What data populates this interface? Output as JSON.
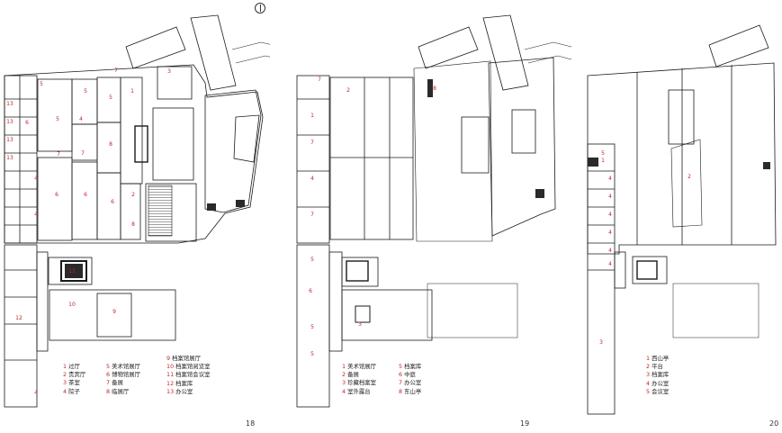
{
  "plans": [
    {
      "id": "plan-18",
      "page_number": "18",
      "legend": [
        {
          "num": "1",
          "label": "过厅"
        },
        {
          "num": "2",
          "label": "贵宾厅"
        },
        {
          "num": "3",
          "label": "茶室"
        },
        {
          "num": "4",
          "label": "院子"
        },
        {
          "num": "5",
          "label": "美术馆展厅"
        },
        {
          "num": "6",
          "label": "博物馆展厅"
        },
        {
          "num": "7",
          "label": "备展"
        },
        {
          "num": "8",
          "label": "临展厅"
        },
        {
          "num": "9",
          "label": "档案馆展厅"
        },
        {
          "num": "10",
          "label": "档案馆阅览室"
        },
        {
          "num": "11",
          "label": "档案馆会议室"
        },
        {
          "num": "12",
          "label": "档案库"
        },
        {
          "num": "13",
          "label": "办公室"
        }
      ],
      "room_labels": [
        "1",
        "2",
        "3",
        "4",
        "5",
        "5",
        "5",
        "5",
        "6",
        "6",
        "6",
        "6",
        "7",
        "7",
        "7",
        "8",
        "8",
        "9",
        "10",
        "11",
        "12",
        "13",
        "13",
        "13",
        "13",
        "4",
        "4",
        "4"
      ]
    },
    {
      "id": "plan-19",
      "page_number": "19",
      "legend": [
        {
          "num": "1",
          "label": "美术馆展厅"
        },
        {
          "num": "2",
          "label": "备展"
        },
        {
          "num": "3",
          "label": "珍藏档案室"
        },
        {
          "num": "4",
          "label": "室外露台"
        },
        {
          "num": "5",
          "label": "档案库"
        },
        {
          "num": "6",
          "label": "中庭"
        },
        {
          "num": "7",
          "label": "办公室"
        },
        {
          "num": "8",
          "label": "东山亭"
        }
      ],
      "room_labels": [
        "1",
        "2",
        "3",
        "4",
        "5",
        "6",
        "7",
        "8",
        "5",
        "5",
        "7",
        "7"
      ]
    },
    {
      "id": "plan-20",
      "page_number": "20",
      "legend": [
        {
          "num": "1",
          "label": "西山亭"
        },
        {
          "num": "2",
          "label": "平台"
        },
        {
          "num": "3",
          "label": "档案库"
        },
        {
          "num": "4",
          "label": "办公室"
        },
        {
          "num": "5",
          "label": "会议室"
        }
      ],
      "room_labels": [
        "1",
        "2",
        "3",
        "4",
        "4",
        "4",
        "4",
        "4",
        "4",
        "5"
      ]
    }
  ],
  "colors": {
    "line": "#1a1a1a",
    "label_red": "#c0262c",
    "hatch": "#444444",
    "dark_fill": "#2a2a2a"
  }
}
